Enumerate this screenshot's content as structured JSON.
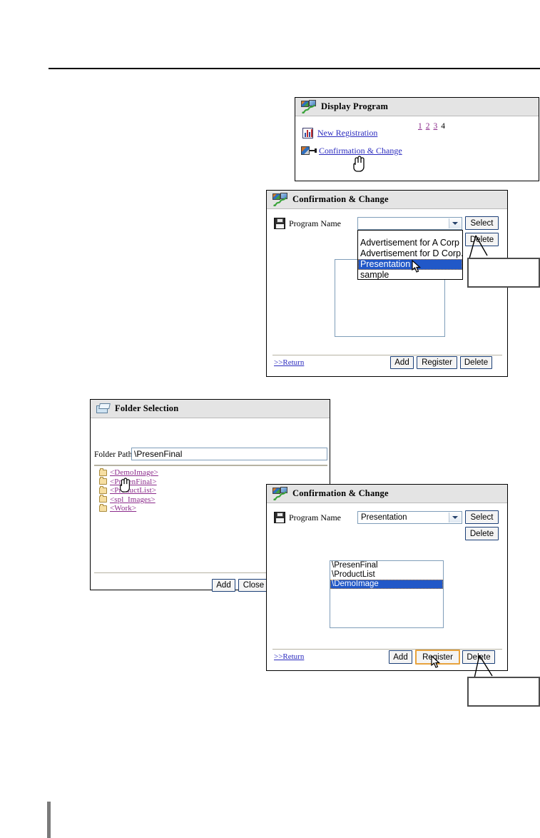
{
  "page": {
    "background": "#ffffff",
    "rule_color": "#000000",
    "side_bar_color": "#7b7b7b"
  },
  "colors": {
    "title_bar": "#e4e4e4",
    "selection_blue": "#2158c8",
    "link_blue": "#2b2bbf",
    "link_purple": "#8b2a8b",
    "hot_border": "#e8a33d",
    "button_border": "#1b3f77",
    "field_border": "#7f9db9"
  },
  "display_program": {
    "title": "Display Program",
    "title_icon": "monitor-program-icon",
    "pagination": {
      "links": [
        "1",
        "2",
        "3"
      ],
      "current": "4"
    },
    "links": [
      {
        "icon": "bar-chart-icon",
        "label": "New Registration"
      },
      {
        "icon": "plug-connector-icon",
        "label": "Confirmation & Change"
      }
    ],
    "cursor_on": "Confirmation & Change"
  },
  "confirmation_change_open": {
    "title": "Confirmation & Change",
    "title_icon": "monitor-program-icon",
    "field_icon": "floppy-save-icon",
    "field_label": "Program Name",
    "combo_value": "",
    "combo_placeholder": "",
    "dropdown_open": true,
    "dropdown_options": [
      "Advertisement for A Corp",
      "Advertisement for D Corp.",
      "Presentation",
      "sample"
    ],
    "dropdown_selected": "Presentation",
    "side_buttons": [
      "Select",
      "Delete"
    ],
    "list_items": [],
    "return_link": ">>Return",
    "footer_buttons": [
      "Add",
      "Register",
      "Delete"
    ],
    "callout_text": ""
  },
  "folder_selection": {
    "title": "Folder Selection",
    "title_icon": "open-folder-icon",
    "path_label": "Folder Path:",
    "path_value": "\\PresenFinal",
    "folders": [
      "<DemoImage>",
      "<PresenFinal>",
      "<ProductList>",
      "<spl_Images>",
      "<Work>"
    ],
    "cursor_on": "<PresenFinal>",
    "footer_buttons": [
      "Add",
      "Close"
    ]
  },
  "confirmation_change_result": {
    "title": "Confirmation & Change",
    "title_icon": "monitor-program-icon",
    "field_icon": "floppy-save-icon",
    "field_label": "Program Name",
    "combo_value": "Presentation",
    "side_buttons": [
      "Select",
      "Delete"
    ],
    "list_items": [
      "\\PresenFinal",
      "\\ProductList",
      "\\DemoImage"
    ],
    "list_selected": "\\DemoImage",
    "return_link": ">>Return",
    "footer_buttons": [
      "Add",
      "Register",
      "Delete"
    ],
    "footer_highlight": "Register",
    "callout_text": ""
  }
}
